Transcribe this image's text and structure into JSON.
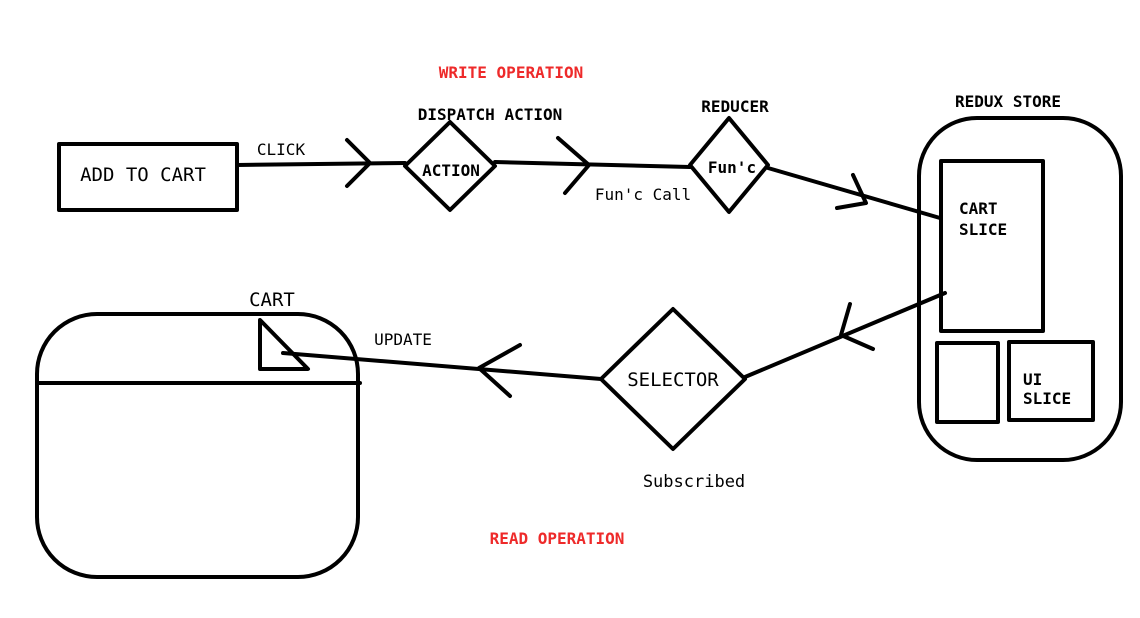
{
  "labels": {
    "write_operation": "WRITE OPERATION",
    "read_operation": "READ OPERATION",
    "add_to_cart": "ADD TO CART",
    "click": "CLICK",
    "dispatch_action": "DISPATCH ACTION",
    "action": "ACTION",
    "func_call": "Fun'c Call",
    "reducer": "REDUCER",
    "func": "Fun'c",
    "redux_store": "REDUX STORE",
    "cart_slice_line1": "CART",
    "cart_slice_line2": "SLICE",
    "ui_slice_line1": "UI",
    "ui_slice_line2": "SLICE",
    "selector": "SELECTOR",
    "subscribed": "Subscribed",
    "update": "UPDATE",
    "cart": "CART"
  },
  "colors": {
    "accent_red": "#ee2a2a",
    "ink": "#000000",
    "background": "#ffffff"
  }
}
